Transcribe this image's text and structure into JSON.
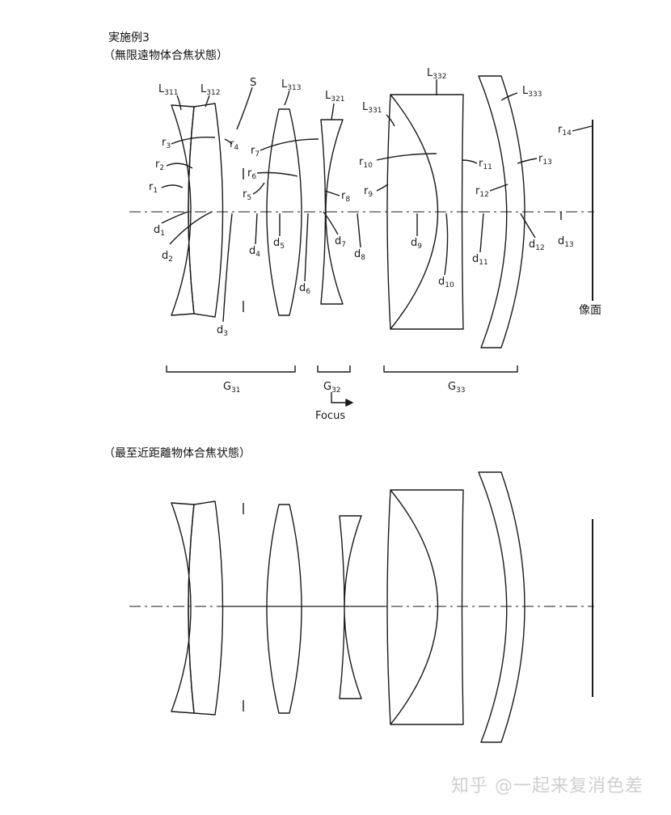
{
  "header": {
    "example_title": "実施例3",
    "state_infinity": "（無限遠物体合焦状態）",
    "state_closest": "（最至近距離物体合焦状態）"
  },
  "lens_labels": {
    "L311": {
      "base": "L",
      "sub": "311"
    },
    "L312": {
      "base": "L",
      "sub": "312"
    },
    "S": {
      "base": "S",
      "sub": ""
    },
    "L313": {
      "base": "L",
      "sub": "313"
    },
    "L321": {
      "base": "L",
      "sub": "321"
    },
    "L331": {
      "base": "L",
      "sub": "331"
    },
    "L332": {
      "base": "L",
      "sub": "332"
    },
    "L333": {
      "base": "L",
      "sub": "333"
    }
  },
  "radius_labels": {
    "r1": {
      "base": "r",
      "sub": "1"
    },
    "r2": {
      "base": "r",
      "sub": "2"
    },
    "r3": {
      "base": "r",
      "sub": "3"
    },
    "r4": {
      "base": "r",
      "sub": "4"
    },
    "r5": {
      "base": "r",
      "sub": "5"
    },
    "r6": {
      "base": "r",
      "sub": "6"
    },
    "r7": {
      "base": "r",
      "sub": "7"
    },
    "r8": {
      "base": "r",
      "sub": "8"
    },
    "r9": {
      "base": "r",
      "sub": "9"
    },
    "r10": {
      "base": "r",
      "sub": "10"
    },
    "r11": {
      "base": "r",
      "sub": "11"
    },
    "r12": {
      "base": "r",
      "sub": "12"
    },
    "r13": {
      "base": "r",
      "sub": "13"
    },
    "r14": {
      "base": "r",
      "sub": "14"
    }
  },
  "distance_labels": {
    "d1": {
      "base": "d",
      "sub": "1"
    },
    "d2": {
      "base": "d",
      "sub": "2"
    },
    "d3": {
      "base": "d",
      "sub": "3"
    },
    "d4": {
      "base": "d",
      "sub": "4"
    },
    "d5": {
      "base": "d",
      "sub": "5"
    },
    "d6": {
      "base": "d",
      "sub": "6"
    },
    "d7": {
      "base": "d",
      "sub": "7"
    },
    "d8": {
      "base": "d",
      "sub": "8"
    },
    "d9": {
      "base": "d",
      "sub": "9"
    },
    "d10": {
      "base": "d",
      "sub": "10"
    },
    "d11": {
      "base": "d",
      "sub": "11"
    },
    "d12": {
      "base": "d",
      "sub": "12"
    },
    "d13": {
      "base": "d",
      "sub": "13"
    }
  },
  "group_labels": {
    "G31": {
      "base": "G",
      "sub": "31"
    },
    "G32": {
      "base": "G",
      "sub": "32"
    },
    "G33": {
      "base": "G",
      "sub": "33"
    }
  },
  "focus_label": "Focus",
  "image_plane_label": "像面",
  "watermark": "知乎 @一起来复消色差",
  "colors": {
    "line": "#1a1a1a",
    "background": "#ffffff",
    "watermark": "#cfcfcf"
  }
}
